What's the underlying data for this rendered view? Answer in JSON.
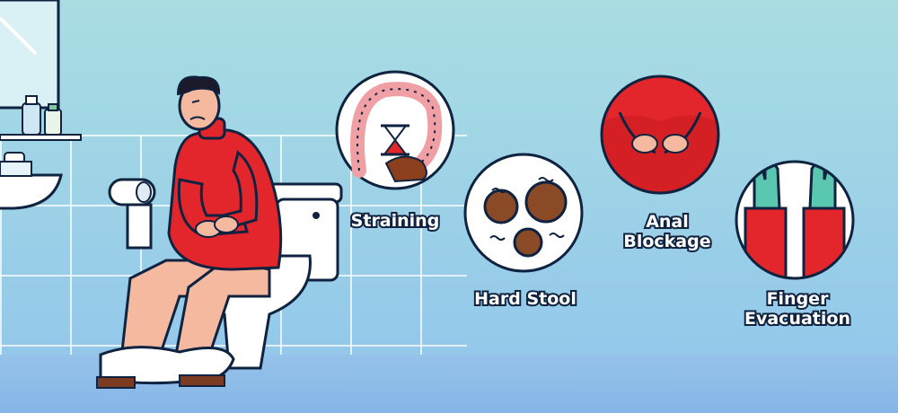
{
  "labels": {
    "straining": "Straining",
    "hard_stool": "Hard Stool",
    "anal_blockage": "Anal\nBlockage",
    "finger_evacuation": "Finger\nEvacuation"
  },
  "colors": {
    "background": "#a9dde2",
    "sweater": "#e3262b",
    "skin": "#f5b9a0",
    "stool": "#8b3f1c",
    "gloves": "#5ac7b0",
    "outline": "#0f2340"
  }
}
